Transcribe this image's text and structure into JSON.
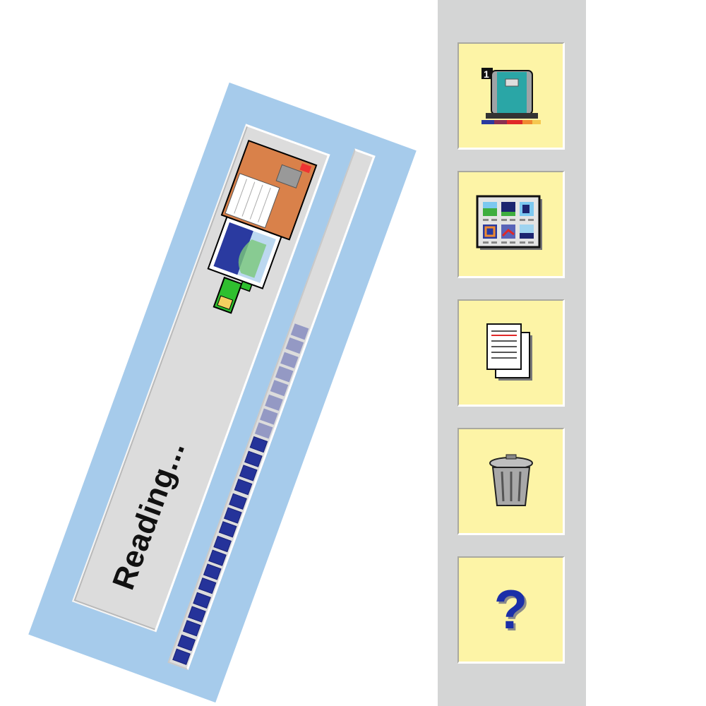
{
  "dialog": {
    "status_text": "Reading...",
    "icon": "floppy-to-photo-transfer-icon",
    "progress": {
      "filled_segments": 16,
      "pending_segments": 8,
      "total_segments": 36,
      "filled_color": "#25339a",
      "pending_color": "#9499c4"
    }
  },
  "toolbar": {
    "buttons": [
      {
        "name": "card-reader-slot-1",
        "icon": "card-reader-icon",
        "badge": "1"
      },
      {
        "name": "photo-gallery",
        "icon": "thumbnail-grid-icon"
      },
      {
        "name": "documents",
        "icon": "document-pages-icon"
      },
      {
        "name": "trash",
        "icon": "trash-can-icon"
      },
      {
        "name": "help",
        "icon": "question-mark-icon",
        "glyph": "?"
      }
    ]
  }
}
